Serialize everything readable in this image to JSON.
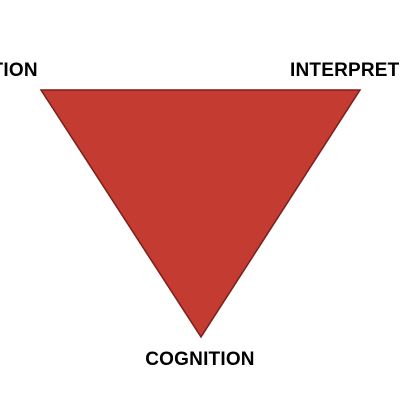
{
  "diagram": {
    "labels": {
      "top_left": "RVATION",
      "top_right": "INTERPRET",
      "bottom": "COGNITION"
    },
    "triangle": {
      "fill_color": "#c43b31",
      "stroke_color": "#7a1f1a"
    }
  }
}
